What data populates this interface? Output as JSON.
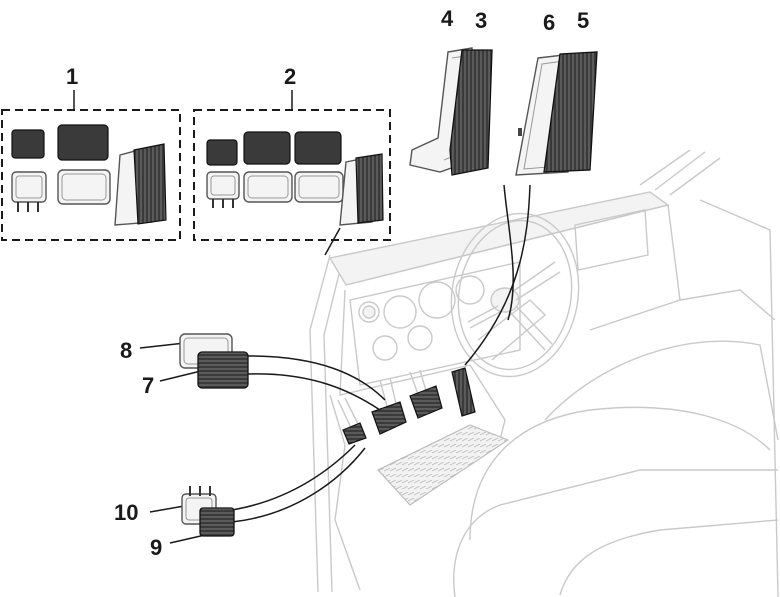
{
  "callouts": [
    {
      "id": "1",
      "label": "1"
    },
    {
      "id": "2",
      "label": "2"
    },
    {
      "id": "3",
      "label": "3"
    },
    {
      "id": "4",
      "label": "4"
    },
    {
      "id": "5",
      "label": "5"
    },
    {
      "id": "6",
      "label": "6"
    },
    {
      "id": "7",
      "label": "7"
    },
    {
      "id": "8",
      "label": "8"
    },
    {
      "id": "9",
      "label": "9"
    },
    {
      "id": "10",
      "label": "10"
    }
  ],
  "colors": {
    "pad_rubber": "#3a3a3a",
    "chrome_trim": "#f4f4f4",
    "cab_outline": "#c9c9c9",
    "callout_text": "#1a1a1a"
  }
}
